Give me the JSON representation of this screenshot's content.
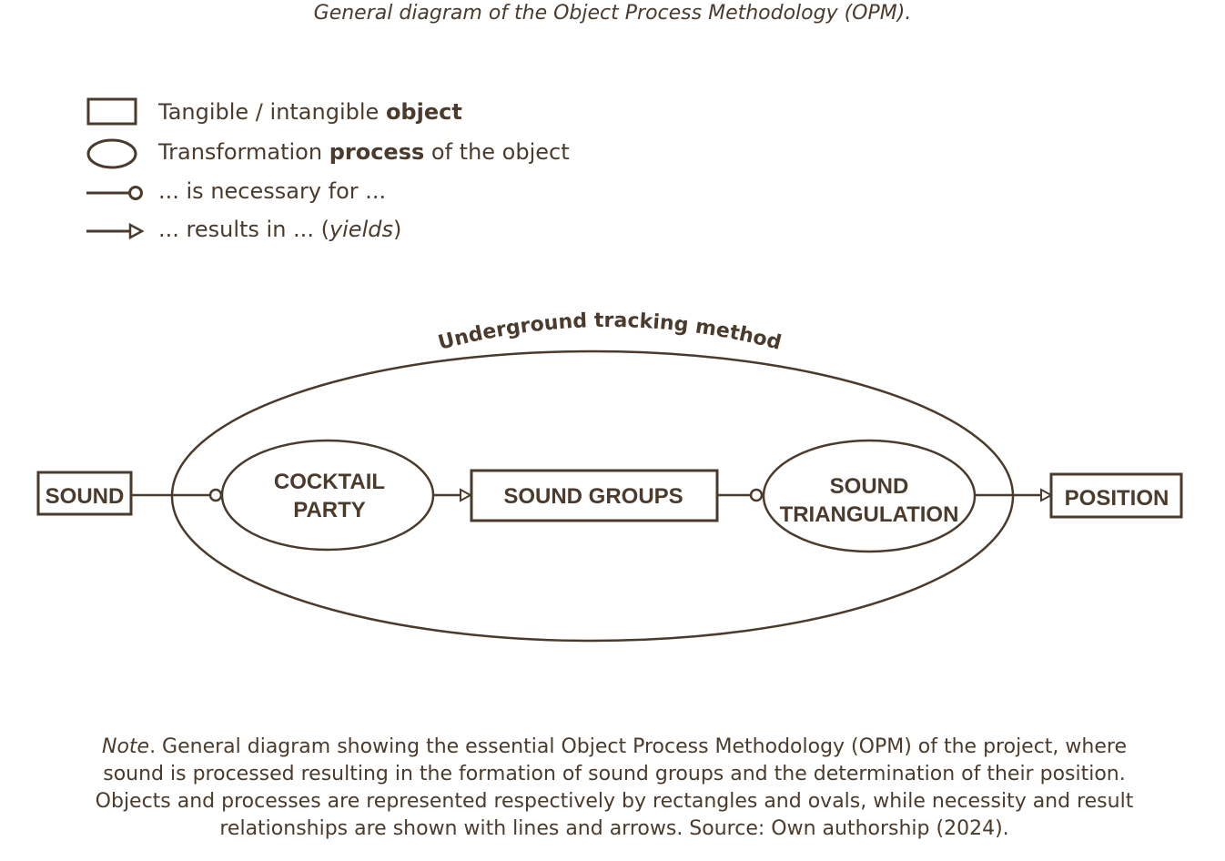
{
  "caption": "General diagram of the Object Process Methodology (OPM).",
  "legend": {
    "object": {
      "pre": "Tangible / intangible ",
      "bold": "object",
      "post": ""
    },
    "process": {
      "pre": "Transformation ",
      "bold": "process",
      "post": " of the object"
    },
    "necessary": {
      "text": "... is necessary for ..."
    },
    "results": {
      "pre": "... results in ... (",
      "italic": "yields",
      "post": ")"
    }
  },
  "diagram": {
    "method_label": "Underground tracking method",
    "objects": {
      "sound": "SOUND",
      "sound_groups": "SOUND GROUPS",
      "position": "POSITION"
    },
    "processes": {
      "cocktail_line1": "COCKTAIL",
      "cocktail_line2": "PARTY",
      "triangulation_line1": "SOUND",
      "triangulation_line2": "TRIANGULATION"
    }
  },
  "note": {
    "lead": "Note",
    "body": ". General diagram showing the essential Object Process Methodology (OPM) of the project, where sound is processed resulting in the formation of sound groups and the determination of their position. Objects and processes are represented respectively by rectangles and ovals, while necessity and result relationships are shown with lines and arrows. Source: Own authorship (2024)."
  },
  "colors": {
    "ink": "#4a3b2c",
    "background": "#ffffff"
  }
}
